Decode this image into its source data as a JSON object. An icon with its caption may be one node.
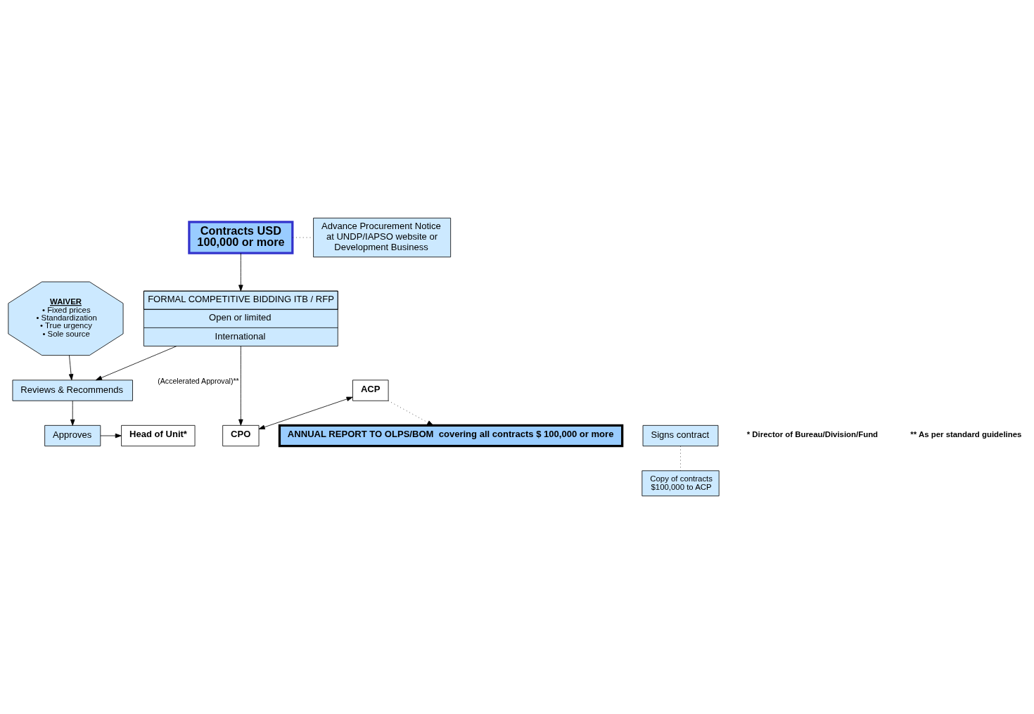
{
  "diagram": {
    "nodes": [
      {
        "text": [
          "Contracts USD 100,000 or more"
        ]
      },
      {
        "text": [
          "Advance Procurement Notice at UNDP/IAPSO website or Development Business"
        ]
      },
      {
        "text": [
          "FORMAL COMPETITIVE BIDDING ITB / RFP",
          "Open or limited",
          "International"
        ]
      },
      {
        "text": [
          "WAIVER",
          "• Fixed prices",
          "• Standardization",
          "• True urgency",
          "• Sole source"
        ]
      },
      {
        "text": [
          "ACP"
        ]
      },
      {
        "text": [
          "Reviews & Recommends"
        ]
      },
      {
        "text": [
          "CPO"
        ]
      },
      {
        "text": [
          "Approves"
        ]
      },
      {
        "text": [
          "Head of Unit*"
        ]
      },
      {
        "text": [
          "Signs contract"
        ]
      },
      {
        "text": [
          "Copy of contracts $100,000 to ACP"
        ]
      },
      {
        "text": [
          "ANNUAL REPORT TO OLPS/BOM  covering all contracts $ 100,000 or more"
        ]
      }
    ],
    "edges": [
      {
        "from": 0,
        "to": 1,
        "arrow": "none",
        "style": "dashed"
      },
      {
        "from": 0,
        "to": 2,
        "arrow": "to"
      },
      {
        "from": 2,
        "to": 5,
        "arrow": "to"
      },
      {
        "from": 2,
        "to": 6,
        "arrow": "to",
        "label": "(Accelerated Approval)**"
      },
      {
        "from": 3,
        "to": 5,
        "arrow": "to"
      },
      {
        "from": 4,
        "to": 6,
        "arrow": "both"
      },
      {
        "from": 5,
        "to": 7,
        "arrow": "to"
      },
      {
        "from": 7,
        "to": 8,
        "arrow": "to"
      },
      {
        "from": 9,
        "to": 10,
        "arrow": "none",
        "style": "dashed"
      },
      {
        "from": 4,
        "to": 11,
        "arrow": "to",
        "style": "dashed"
      }
    ],
    "labels": [
      "* Director of Bureau/Division/Fund",
      "** As per standard guidelines"
    ]
  }
}
